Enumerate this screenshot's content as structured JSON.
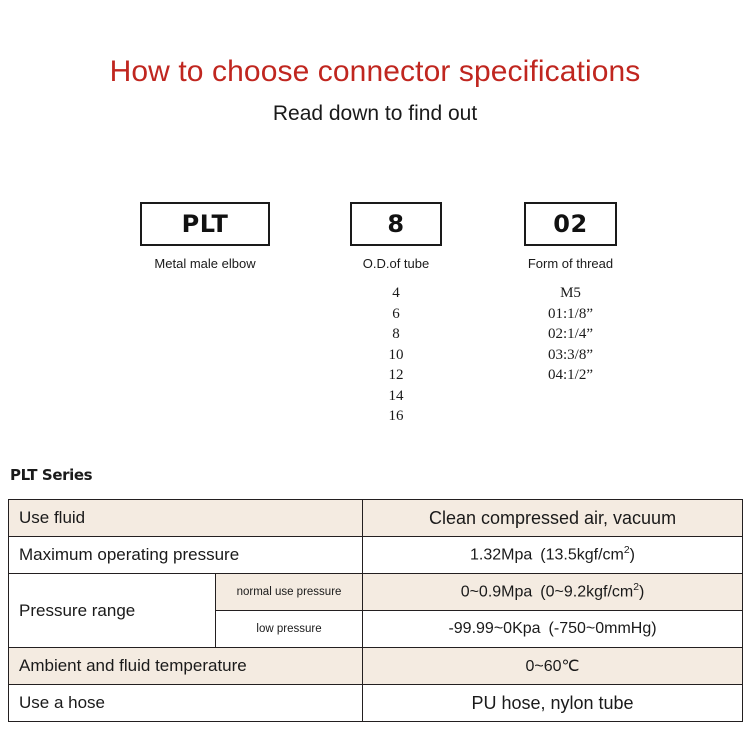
{
  "header": {
    "title": "How to choose connector specifications",
    "subtitle": "Read down to find out",
    "title_color": "#c0261f"
  },
  "code_breakdown": [
    {
      "code": "PLT",
      "caption": "Metal male elbow",
      "options": []
    },
    {
      "code": "8",
      "caption": "O.D.of tube",
      "options": [
        "4",
        "6",
        "8",
        "10",
        "12",
        "14",
        "16"
      ]
    },
    {
      "code": "02",
      "caption": "Form of thread",
      "options": [
        "M5",
        "01:1/8”",
        "02:1/4”",
        "03:3/8”",
        "04:1/2”"
      ]
    }
  ],
  "spec_table": {
    "title": "PLT Series",
    "shaded_color": "#f4ebe1",
    "rows": [
      {
        "label": "Use fluid",
        "value": "Clean compressed air, vacuum"
      },
      {
        "label": "Maximum operating pressure",
        "value_prefix": "1.32Mpa (13.5kgf/cm",
        "value_sup": "2",
        "value_suffix": ")"
      },
      {
        "label": "Pressure range",
        "sub": [
          {
            "sublabel": "normal use pressure",
            "value_prefix": "0~0.9Mpa (0~9.2kgf/cm",
            "value_sup": "2",
            "value_suffix": ")"
          },
          {
            "sublabel": "low pressure",
            "value": "-99.99~0Kpa (-750~0mmHg)"
          }
        ]
      },
      {
        "label": "Ambient and fluid temperature",
        "value": "0~60℃"
      },
      {
        "label": "Use a hose",
        "value": "PU hose, nylon tube"
      }
    ]
  }
}
